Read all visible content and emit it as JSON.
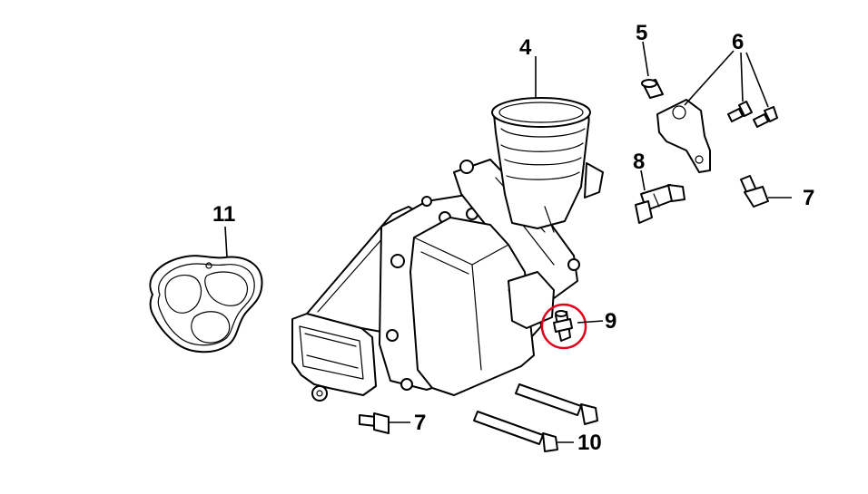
{
  "diagram": {
    "callouts": {
      "c4": "4",
      "c5": "5",
      "c6": "6",
      "c7a": "7",
      "c7b": "7",
      "c8": "8",
      "c9": "9",
      "c10": "10",
      "c11": "11"
    },
    "highlight_color": "#e3001b",
    "line_color": "#000000",
    "background": "#ffffff"
  }
}
